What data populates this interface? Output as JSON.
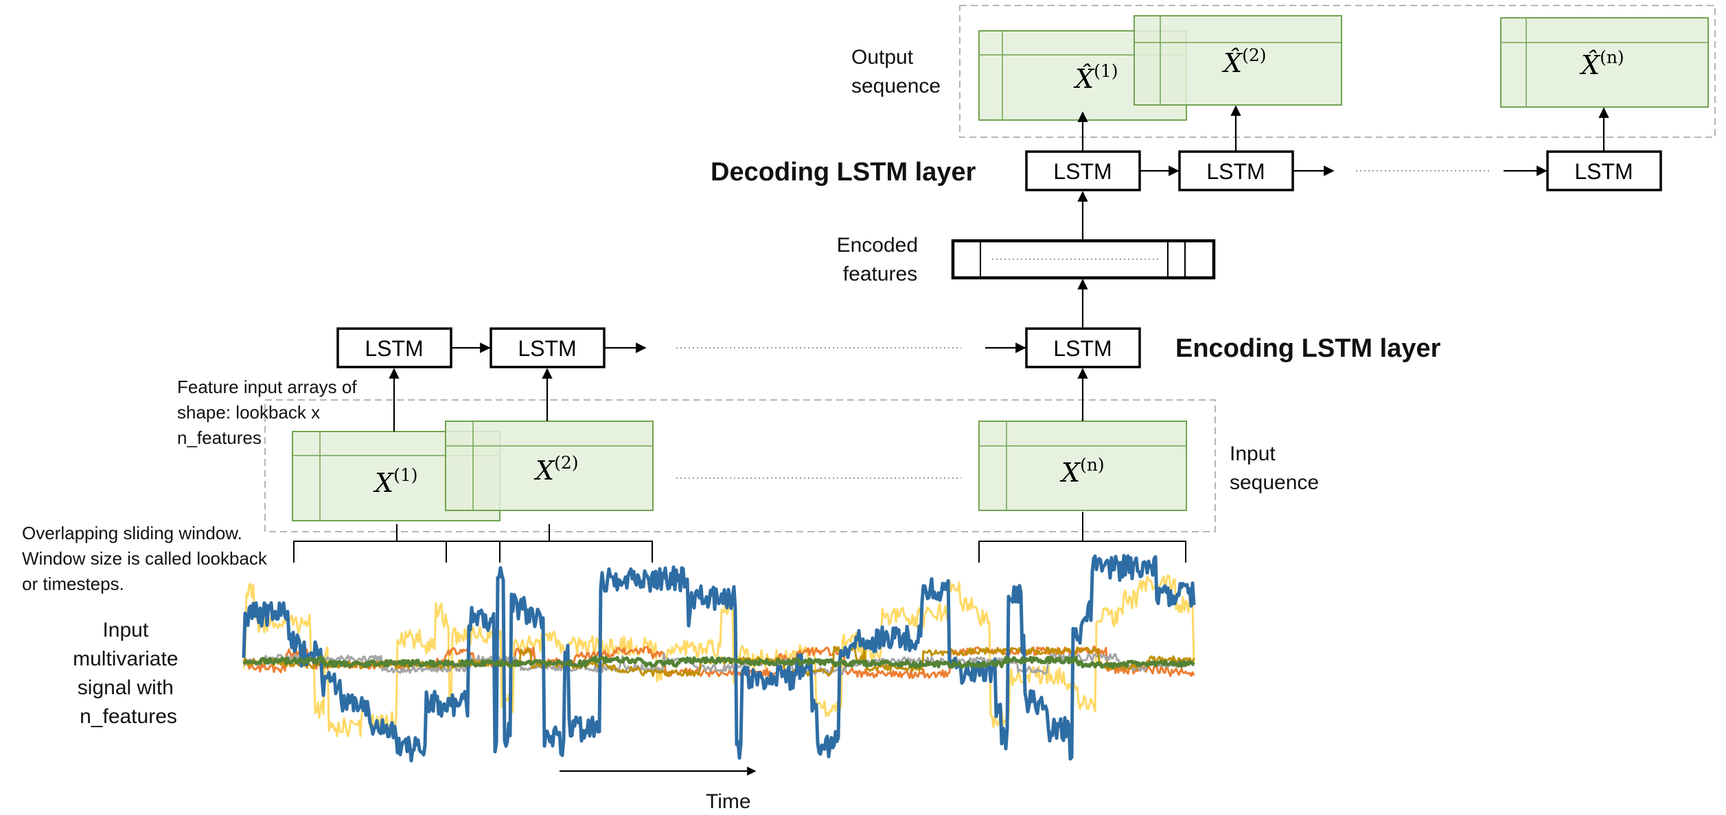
{
  "labels": {
    "output_sequence": [
      "Output",
      "sequence"
    ],
    "decoding_layer": "Decoding LSTM layer",
    "encoded_features": [
      "Encoded",
      "features"
    ],
    "encoding_layer": "Encoding LSTM layer",
    "feature_input": [
      "Feature input arrays of",
      "shape: lookback x",
      "n_features"
    ],
    "input_sequence": [
      "Input",
      "sequence"
    ],
    "sliding_window": [
      "Overlapping sliding window.",
      "Window size is called lookback",
      "or timesteps."
    ],
    "input_signal": [
      "Input",
      "multivariate",
      "signal with",
      "n_features"
    ],
    "time": "Time"
  },
  "lstm_label": "LSTM",
  "inputs": [
    {
      "base": "X",
      "sup": "(1)"
    },
    {
      "base": "X",
      "sup": "(2)"
    },
    {
      "base": "X",
      "sup": "(n)"
    }
  ],
  "outputs": [
    {
      "base": "X̂",
      "sup": "(1)"
    },
    {
      "base": "X̂",
      "sup": "(2)"
    },
    {
      "base": "X̂",
      "sup": "(n)"
    }
  ],
  "signal_colors": [
    "#ffd966",
    "#ed7d31",
    "#a5a5a5",
    "#bf9000",
    "#2e6da4",
    "#548235"
  ]
}
